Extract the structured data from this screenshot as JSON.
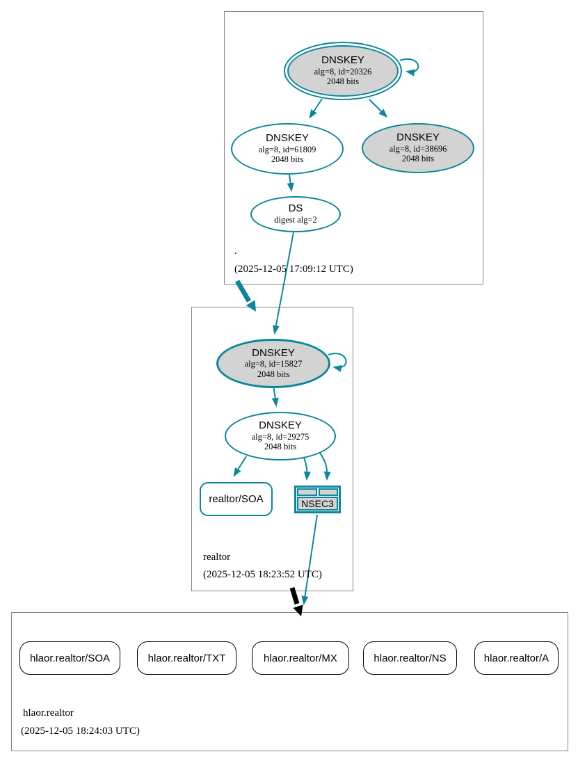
{
  "colors": {
    "secure": "#0a879a",
    "insecure": "#000000",
    "node_fill": "#d3d3d3",
    "box_border": "#848484"
  },
  "zones": {
    "root": {
      "label": ".",
      "timestamp": "(2025-12-05 17:09:12 UTC)",
      "ksk": {
        "title": "DNSKEY",
        "detail": "alg=8, id=20326",
        "bits": "2048 bits"
      },
      "zsk": {
        "title": "DNSKEY",
        "detail": "alg=8, id=61809",
        "bits": "2048 bits"
      },
      "ksk2": {
        "title": "DNSKEY",
        "detail": "alg=8, id=38696",
        "bits": "2048 bits"
      },
      "ds": {
        "title": "DS",
        "detail": "digest alg=2"
      }
    },
    "realtor": {
      "label": "realtor",
      "timestamp": "(2025-12-05 18:23:52 UTC)",
      "ksk": {
        "title": "DNSKEY",
        "detail": "alg=8, id=15827",
        "bits": "2048 bits"
      },
      "zsk": {
        "title": "DNSKEY",
        "detail": "alg=8, id=29275",
        "bits": "2048 bits"
      },
      "soa_label": "realtor/SOA",
      "nsec3_label": "NSEC3"
    },
    "hlaor": {
      "label": "hlaor.realtor",
      "timestamp": "(2025-12-05 18:24:03 UTC)",
      "rrsets": [
        "hlaor.realtor/SOA",
        "hlaor.realtor/TXT",
        "hlaor.realtor/MX",
        "hlaor.realtor/NS",
        "hlaor.realtor/A"
      ]
    }
  }
}
